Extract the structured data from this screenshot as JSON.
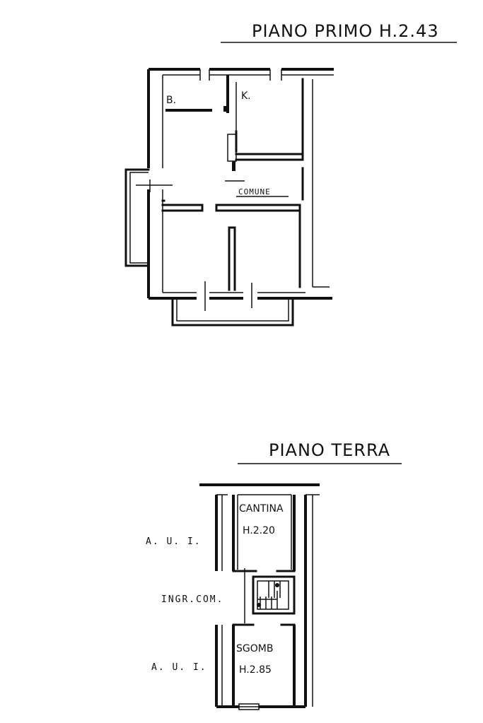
{
  "floors": {
    "upper": {
      "title": "PIANO PRIMO H.2.43",
      "rooms": {
        "bathroom": "B.",
        "kitchen": "K.",
        "common": "COMUNE"
      }
    },
    "ground": {
      "title": "PIANO TERRA",
      "rooms": {
        "cellar_name": "CANTINA",
        "cellar_height": "H.2.20",
        "storage_name": "SGOMB",
        "storage_height": "H.2.85",
        "common_entrance": "INGR.COM."
      },
      "neighbors": {
        "upper": "A. U. I.",
        "lower": "A. U. I."
      }
    }
  }
}
